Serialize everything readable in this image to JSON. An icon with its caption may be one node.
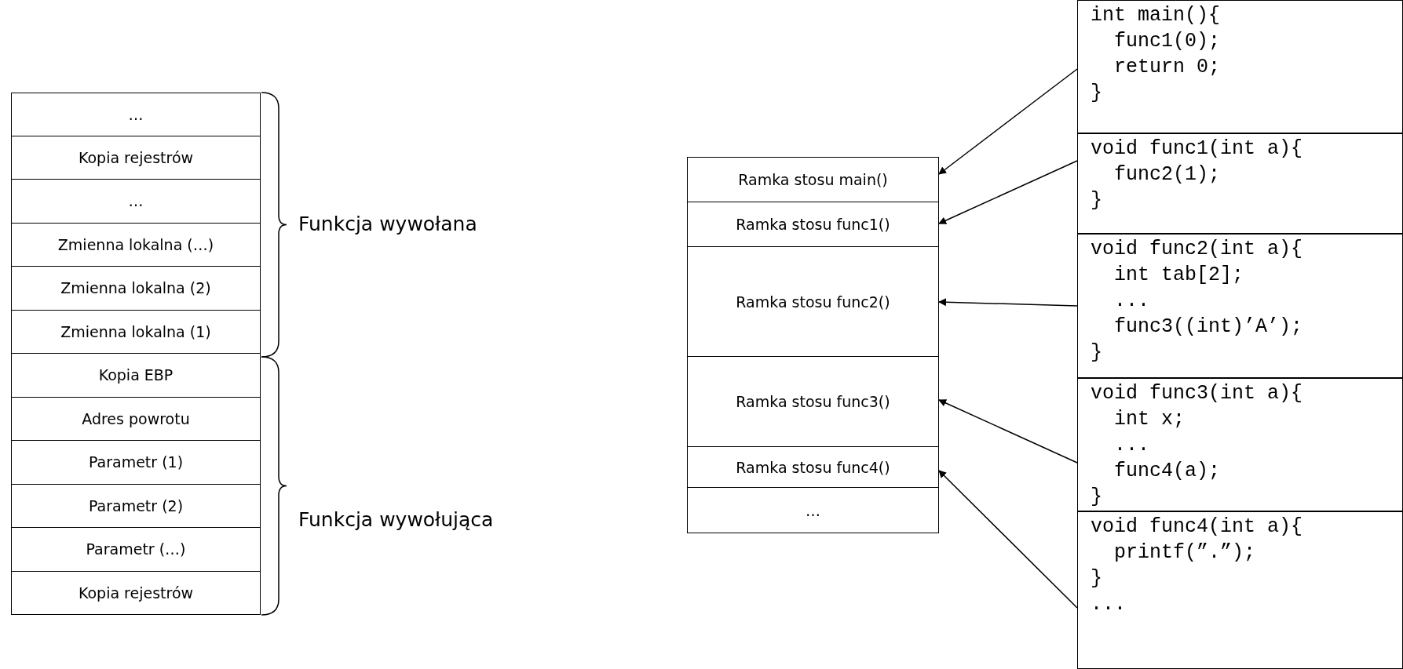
{
  "diagram": {
    "nodes": [
      {
        "text": [
          "…"
        ]
      },
      {
        "text": [
          "Kopia rejestrów"
        ]
      },
      {
        "text": [
          "…"
        ]
      },
      {
        "text": [
          "Zmienna lokalna (…)"
        ]
      },
      {
        "text": [
          "Zmienna lokalna (2)"
        ]
      },
      {
        "text": [
          "Zmienna lokalna (1)"
        ]
      },
      {
        "text": [
          "Kopia EBP"
        ]
      },
      {
        "text": [
          "Adres powrotu"
        ]
      },
      {
        "text": [
          "Parametr (1)"
        ]
      },
      {
        "text": [
          "Parametr (2)"
        ]
      },
      {
        "text": [
          "Parametr (…)"
        ]
      },
      {
        "text": [
          "Kopia rejestrów"
        ]
      },
      {
        "text": [
          "Ramka stosu main()"
        ]
      },
      {
        "text": [
          "Ramka stosu func1()"
        ]
      },
      {
        "text": [
          "Ramka stosu func2()"
        ]
      },
      {
        "text": [
          "Ramka stosu func3()"
        ]
      },
      {
        "text": [
          "Ramka stosu func4()"
        ]
      },
      {
        "text": [
          "…"
        ]
      },
      {
        "text": [
          "int main(){",
          "func1(0);",
          "return 0;",
          "}"
        ]
      },
      {
        "text": [
          "void func1(int a){",
          "func2(1);",
          "}"
        ]
      },
      {
        "text": [
          "void func2(int a){",
          "int tab[2];",
          "...",
          "func3((int)’A’);",
          "}"
        ]
      },
      {
        "text": [
          "void func3(int a){",
          "int x;",
          "...",
          "func4(a);",
          "}"
        ]
      },
      {
        "text": [
          "void func4(int a){",
          "printf(”.”);",
          "}",
          "..."
        ]
      }
    ],
    "edges": [
      {
        "from": 18,
        "to": 12,
        "arrow": "to"
      },
      {
        "from": 19,
        "to": 13,
        "arrow": "to"
      },
      {
        "from": 20,
        "to": 14,
        "arrow": "to"
      },
      {
        "from": 21,
        "to": 15,
        "arrow": "to"
      },
      {
        "from": 22,
        "to": 16,
        "arrow": "to"
      }
    ],
    "labels": [
      "Funkcja wywołana",
      "Funkcja wywołująca"
    ]
  }
}
